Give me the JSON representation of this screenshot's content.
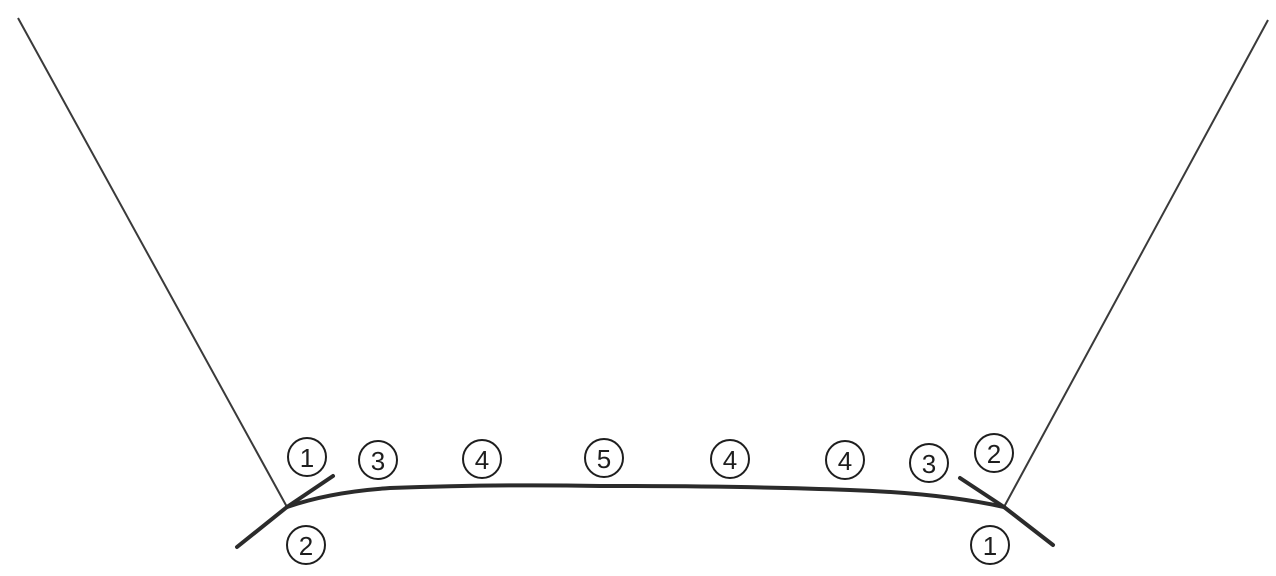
{
  "labels": [
    "1",
    "3",
    "4",
    "5",
    "4",
    "4",
    "3",
    "2",
    "2",
    "1"
  ]
}
